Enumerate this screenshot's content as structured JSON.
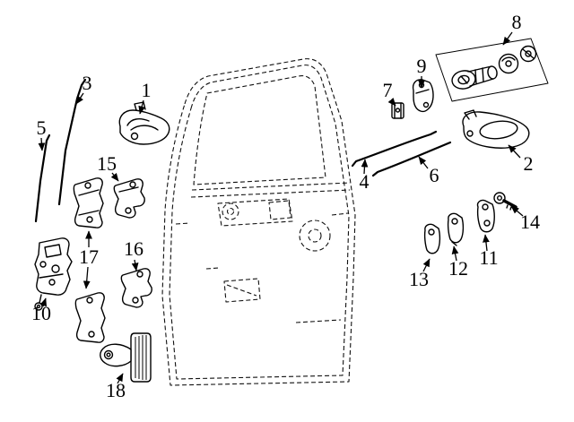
{
  "figure": {
    "kind": "exploded-parts-diagram",
    "colors": {
      "line": "#000000",
      "background": "#ffffff"
    },
    "callouts": [
      "1",
      "2",
      "3",
      "4",
      "5",
      "6",
      "7",
      "8",
      "9",
      "10",
      "11",
      "12",
      "13",
      "14",
      "15",
      "16",
      "17",
      "18"
    ]
  }
}
